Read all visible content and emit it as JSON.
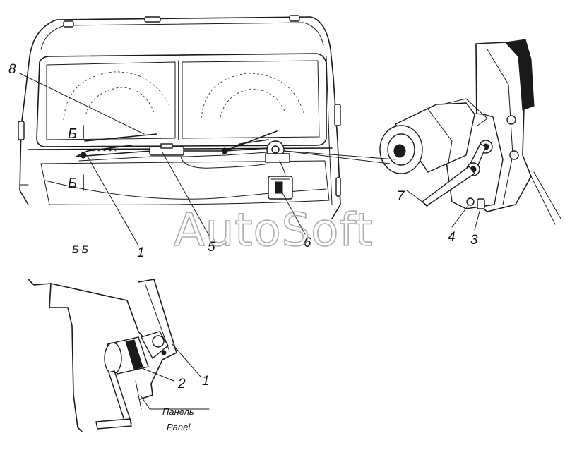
{
  "watermark": "AutoSoft",
  "section_marks": {
    "glass": "Б",
    "panel": "Б",
    "view_title": "Б-Б"
  },
  "callouts": {
    "c1_top": "1",
    "c3": "3",
    "c4": "4",
    "c5": "5",
    "c6": "6",
    "c7": "7",
    "c8": "8",
    "c1_bottom": "1",
    "c2": "2"
  },
  "panel_label": {
    "ru": "Панель",
    "en": "Panel"
  }
}
